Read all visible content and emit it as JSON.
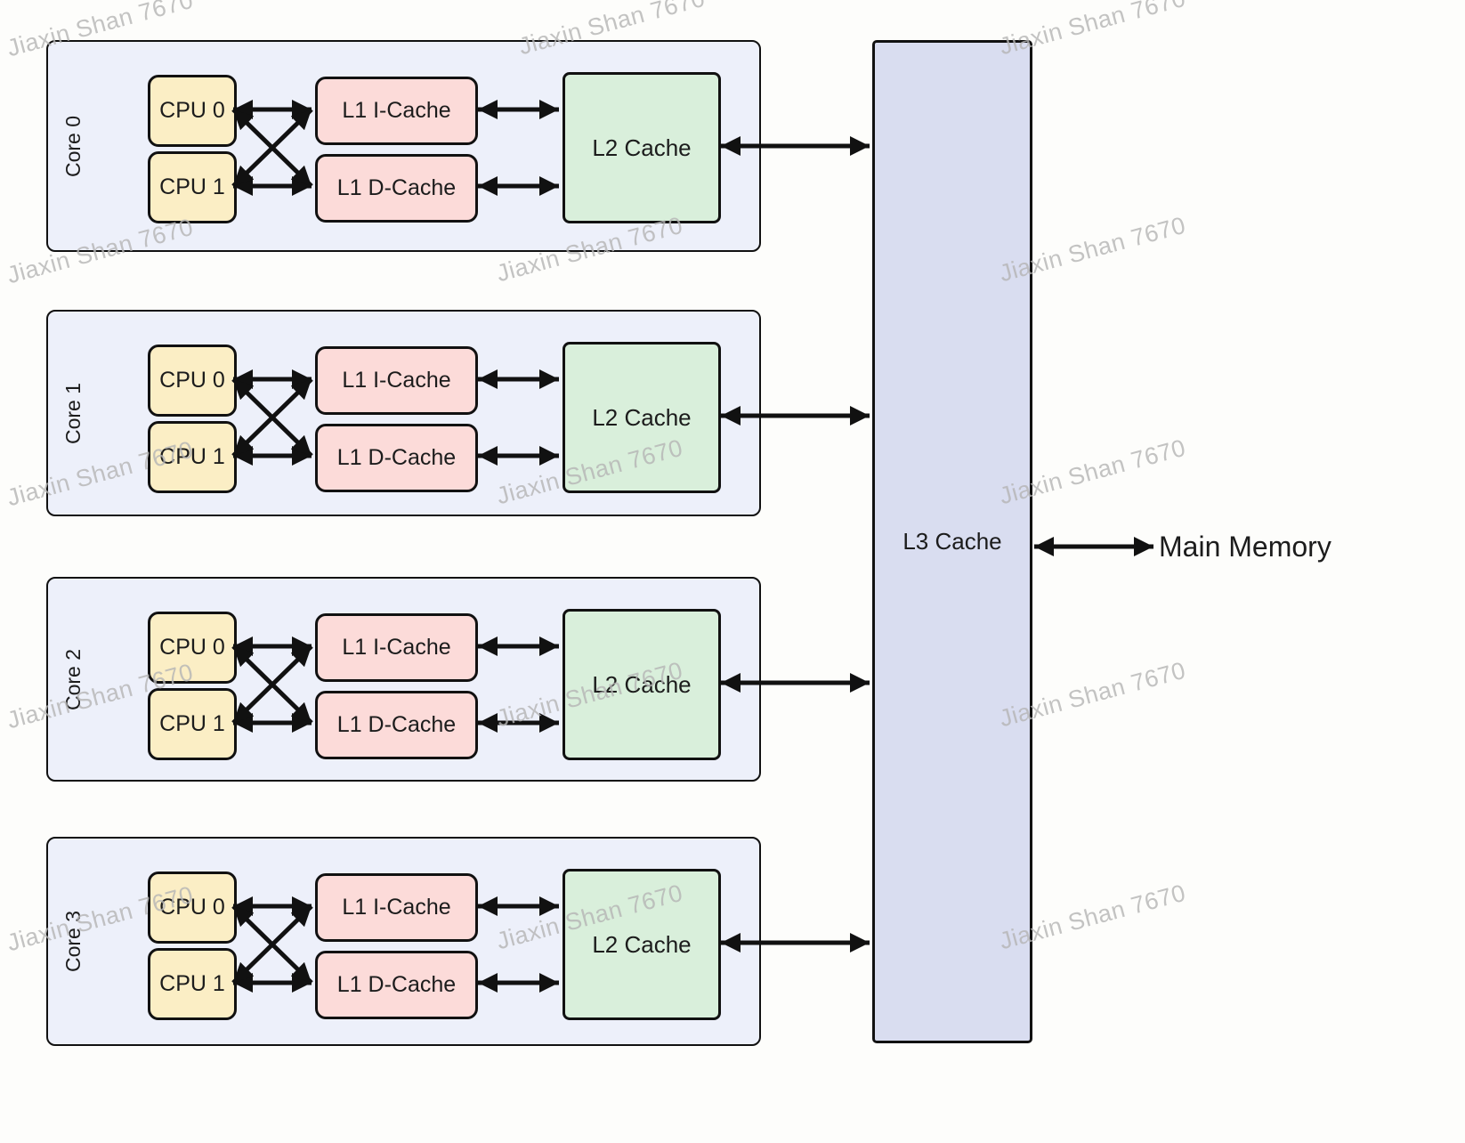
{
  "watermark": {
    "text": "Jiaxin Shan 7670"
  },
  "cores": [
    {
      "label": "Core 0",
      "cpus": [
        "CPU 0",
        "CPU 1"
      ],
      "l1_icache": "L1 I-Cache",
      "l1_dcache": "L1 D-Cache",
      "l2_cache": "L2 Cache"
    },
    {
      "label": "Core 1",
      "cpus": [
        "CPU 0",
        "CPU 1"
      ],
      "l1_icache": "L1 I-Cache",
      "l1_dcache": "L1 D-Cache",
      "l2_cache": "L2 Cache"
    },
    {
      "label": "Core 2",
      "cpus": [
        "CPU 0",
        "CPU 1"
      ],
      "l1_icache": "L1 I-Cache",
      "l1_dcache": "L1 D-Cache",
      "l2_cache": "L2 Cache"
    },
    {
      "label": "Core 3",
      "cpus": [
        "CPU 0",
        "CPU 1"
      ],
      "l1_icache": "L1 I-Cache",
      "l1_dcache": "L1 D-Cache",
      "l2_cache": "L2 Cache"
    }
  ],
  "l3_cache": {
    "label": "L3 Cache"
  },
  "main_memory": {
    "label": "Main Memory"
  },
  "colors": {
    "core_fill": "#edf0fa",
    "cpu_fill": "#fbeec5",
    "l1_fill": "#fcdbd9",
    "l2_fill": "#d9efdb",
    "l3_fill": "#d9ddf0",
    "border": "#111111",
    "arrow": "#111111",
    "watermark": "#b5b5b5"
  }
}
